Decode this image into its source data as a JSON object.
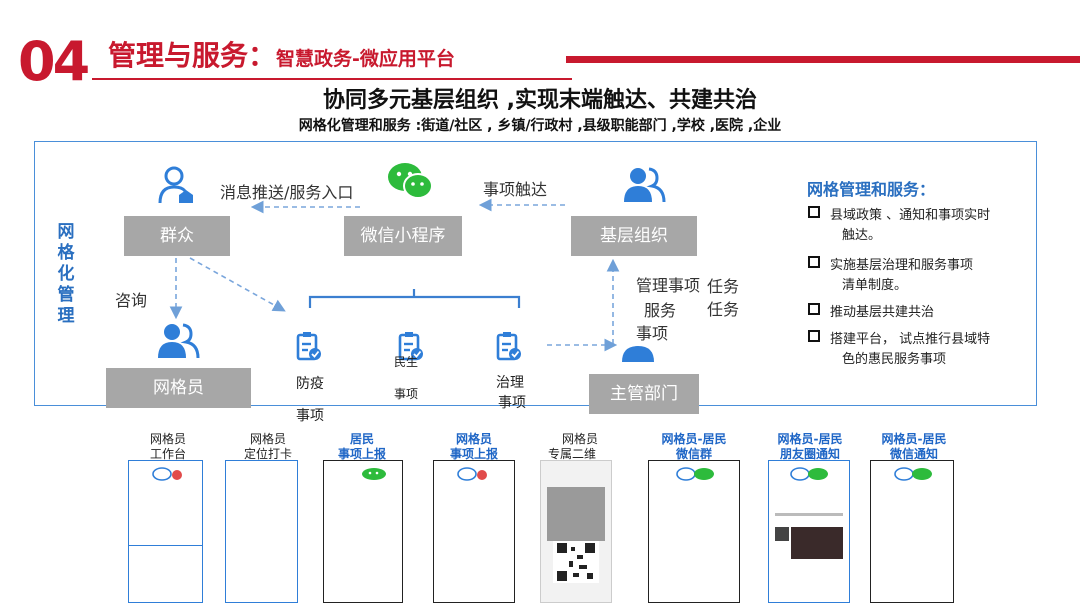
{
  "header": {
    "number": "04",
    "title": "管理与服务：",
    "subtitle": "智慧政务-微应用平台"
  },
  "headline": "协同多元基层组织 ,实现末端触达、共建共治",
  "subline": "网格化管理和服务 :街道/社区 , 乡镇/行政村 ,县级职能部门 ,学校 ,医院 ,企业",
  "diagram": {
    "side_label": "网格化管理",
    "nodes": {
      "public": "群众",
      "mini_program": "微信小程序",
      "grassroots": "基层组织",
      "grid_member": "网格员",
      "dept": "主管部门"
    },
    "labels": {
      "push": "消息推送/服务入口",
      "trigger": "事项触达",
      "consult": "咨询",
      "manage_a": "管理事项",
      "manage_b": "服务",
      "manage_c": "事项",
      "task_a": "任务",
      "task_b": "任务"
    },
    "items": {
      "epidemic_a": "防疫",
      "epidemic_b": "事项",
      "livelihood_a": "民生",
      "livelihood_b": "事项",
      "governance_a": "治理",
      "governance_b": "事项"
    },
    "colors": {
      "accent": "#c8192e",
      "blue": "#2a6fc0",
      "node_bg": "#a7a7a7"
    }
  },
  "panel": {
    "title": "网格管理和服务：",
    "items": [
      {
        "a": "县域政策 、通知和事项实时",
        "b": "触达。"
      },
      {
        "a": "实施基层治理和服务事项",
        "b": "清单制度。"
      },
      {
        "a": "推动基层共建共治",
        "b": ""
      },
      {
        "a": "搭建平台， 试点推行县域特",
        "b": "色的惠民服务事项"
      }
    ]
  },
  "screens": [
    {
      "l1": "网格员",
      "l2": "工作台"
    },
    {
      "l1": "网格员",
      "l2": "定位打卡"
    },
    {
      "l1": "居民",
      "l2": "事项上报"
    },
    {
      "l1": "网格员",
      "l2": "事项上报"
    },
    {
      "l1": "网格员",
      "l2": "专属二维码"
    },
    {
      "l1": "网格员-居民",
      "l2": "微信群"
    },
    {
      "l1": "网格员-居民",
      "l2": "朋友圈通知"
    },
    {
      "l1": "网格员-居民",
      "l2": "微信通知"
    }
  ]
}
